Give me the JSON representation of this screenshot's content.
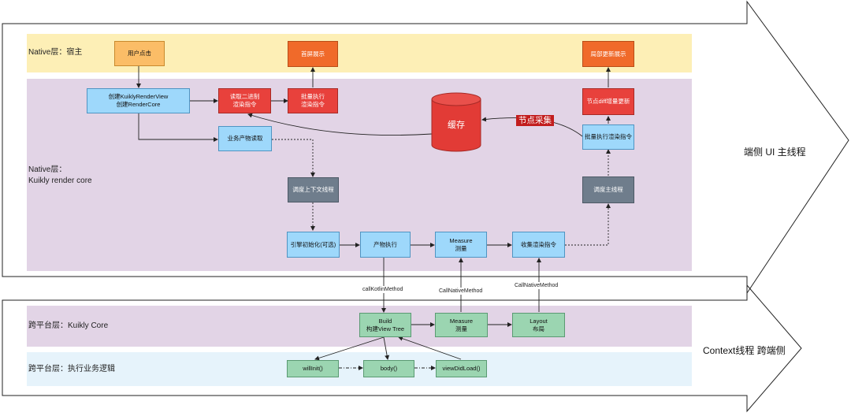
{
  "layers": {
    "native_host": "Native层：宿主",
    "native_core": "Native层：\nKuikly render core",
    "cross_core": "跨平台层：Kuikly Core",
    "cross_biz": "跨平台层：执行业务逻辑"
  },
  "threads": {
    "ui_main": "端侧 UI 主线程",
    "context": "Context线程 跨端侧"
  },
  "nodes": {
    "user_click": "用户点击",
    "first_screen": "首屏展示",
    "partial_update_show": "局部更新展示",
    "create_view": "创建KuiklyRenderView\n创建RenderCore",
    "read_binary": "读取二进制\n渲染指令",
    "batch_exec": "批量执行\n渲染指令",
    "cache": "缓存",
    "node_collect": "节点采集",
    "node_diff": "节点diff增量更新",
    "batch_exec_render": "批量执行渲染指令",
    "biz_read": "业务产物读取",
    "schedule_context": "调度上下文线程",
    "schedule_main": "调度主线程",
    "engine_init": "引擎初始化(可选)",
    "product_exec": "产物执行",
    "measure_top": "Measure\n测量",
    "collect_render": "收集渲染指令",
    "build": "Build\n构建View Tree",
    "measure_bottom": "Measure\n测量",
    "layout": "Layout\n布局",
    "will_init": "willInit()",
    "body": "body()",
    "view_did_load": "viewDidLoad()"
  },
  "edge_labels": {
    "call_kotlin": "callKotlinMethod",
    "call_native_1": "CallNativeMethod",
    "call_native_2": "CallNativeMethod"
  },
  "colors": {
    "host_band": "#fdefb6",
    "core_band": "#e2d4e6",
    "biz_band": "#e6f3fb",
    "orange": "#fbbd67",
    "red": "#e8413c",
    "blue": "#9ed8fb",
    "slate": "#6f7d8c",
    "green": "#9bd5b1"
  }
}
